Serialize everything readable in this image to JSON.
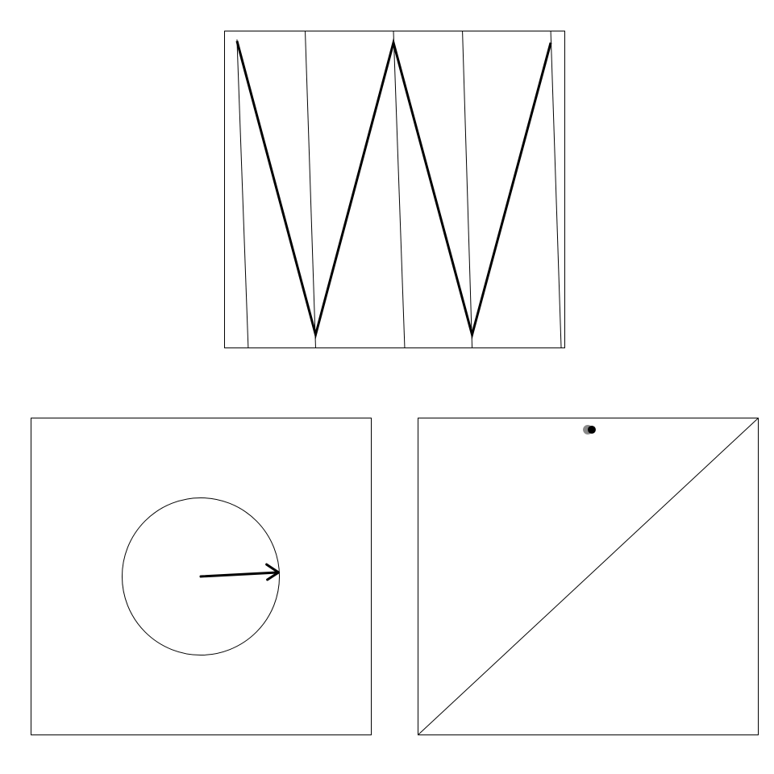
{
  "panels": [
    {
      "id": "zigzag-panel",
      "thin_line_count": 5,
      "zigzag_vertex_count": 5
    },
    {
      "id": "circle-arrow-panel",
      "shapes": [
        "circle",
        "arrow"
      ]
    },
    {
      "id": "diagonal-panel",
      "shapes": [
        "diagonal-line",
        "marker-pair"
      ],
      "marker_colors": [
        "#888888",
        "#000000"
      ]
    }
  ],
  "colors": {
    "stroke": "#000000",
    "background": "#ffffff",
    "marker_gray": "#888888",
    "marker_black": "#000000"
  }
}
